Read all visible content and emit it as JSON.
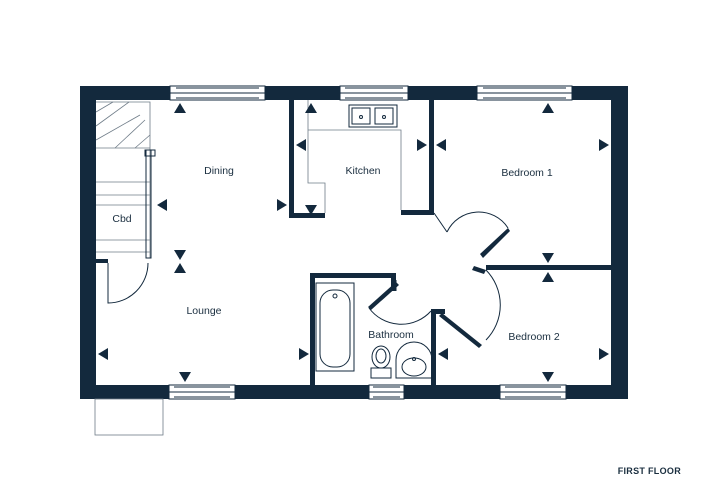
{
  "floor": {
    "label": "FIRST FLOOR"
  },
  "rooms": {
    "dining": "Dining",
    "kitchen": "Kitchen",
    "bedroom1": "Bedroom 1",
    "cbd": "Cbd",
    "lounge": "Lounge",
    "bathroom": "Bathroom",
    "bedroom2": "Bedroom 2"
  },
  "colors": {
    "wall": "#13293d",
    "background": "#ffffff"
  }
}
